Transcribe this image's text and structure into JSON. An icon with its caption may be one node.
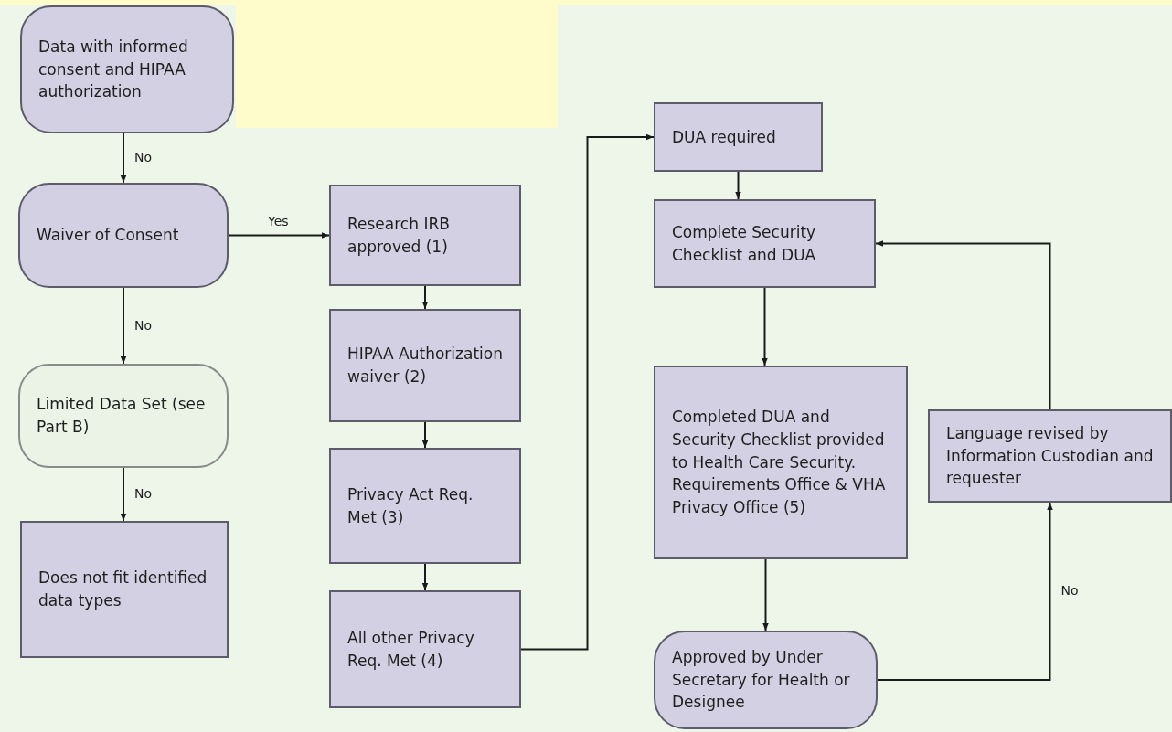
{
  "diagram": {
    "nodes": [
      {
        "text": [
          "Data with informed consent and HIPAA authorization"
        ]
      },
      {
        "text": [
          "Waiver of Consent"
        ]
      },
      {
        "text": [
          "Limited Data Set (see Part B)"
        ]
      },
      {
        "text": [
          "Does not fit identified data types"
        ]
      },
      {
        "text": [
          "Research IRB approved (1)"
        ]
      },
      {
        "text": [
          "HIPAA Authorization waiver (2)"
        ]
      },
      {
        "text": [
          "Privacy Act Req. Met (3)"
        ]
      },
      {
        "text": [
          "All other Privacy Req. Met (4)"
        ]
      },
      {
        "text": [
          "DUA required"
        ]
      },
      {
        "text": [
          "Complete Security Checklist and DUA"
        ]
      },
      {
        "text": [
          "Completed DUA and Security Checklist provided to Health Care Security. Requirements Office & VHA Privacy Office (5)"
        ]
      },
      {
        "text": [
          "Approved by Under Secretary for Health or Designee"
        ]
      },
      {
        "text": [
          "Language revised by Information Custodian and requester"
        ]
      }
    ],
    "edges": [
      {
        "from": 0,
        "to": 1,
        "arrow": "to",
        "label": "No"
      },
      {
        "from": 1,
        "to": 4,
        "arrow": "to",
        "label": "Yes"
      },
      {
        "from": 1,
        "to": 2,
        "arrow": "to",
        "label": "No"
      },
      {
        "from": 2,
        "to": 3,
        "arrow": "to",
        "label": "No"
      },
      {
        "from": 4,
        "to": 5,
        "arrow": "to"
      },
      {
        "from": 5,
        "to": 6,
        "arrow": "to"
      },
      {
        "from": 6,
        "to": 7,
        "arrow": "to"
      },
      {
        "from": 7,
        "to": 8,
        "arrow": "to"
      },
      {
        "from": 8,
        "to": 9,
        "arrow": "to"
      },
      {
        "from": 9,
        "to": 10,
        "arrow": "to"
      },
      {
        "from": 10,
        "to": 11,
        "arrow": "to"
      },
      {
        "from": 11,
        "to": 12,
        "arrow": "to",
        "label": "No"
      },
      {
        "from": 12,
        "to": 9,
        "arrow": "to"
      }
    ]
  }
}
